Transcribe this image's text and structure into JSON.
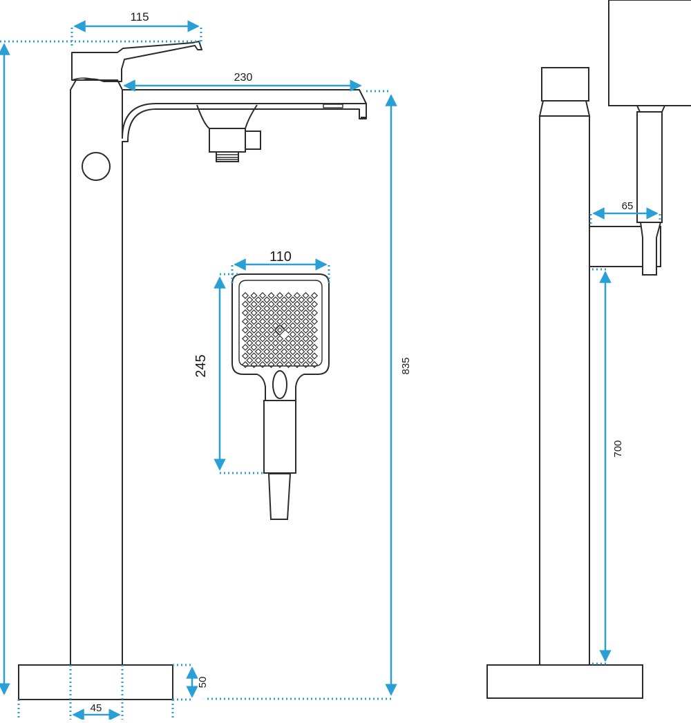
{
  "dimensions": {
    "lever_width": "115",
    "spout_reach": "230",
    "handshower_width": "110",
    "handshower_length": "245",
    "total_height": "835",
    "base_height": "50",
    "column_width": "45",
    "holder_offset": "65",
    "holder_height": "700"
  },
  "colors": {
    "dimension_line": "#2a9fd6",
    "outline": "#2b2b2b",
    "background": "#ffffff"
  }
}
